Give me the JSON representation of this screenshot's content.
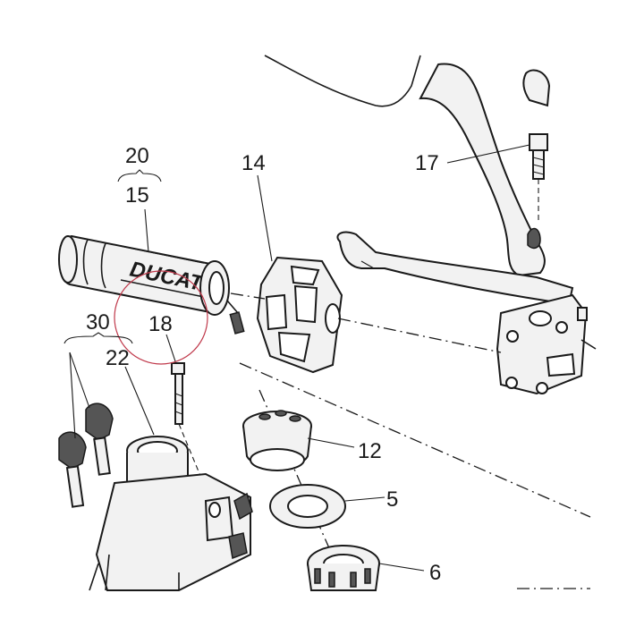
{
  "diagram": {
    "grip_brand": "DUCATI",
    "callouts": {
      "c20": "20",
      "c15": "15",
      "c14": "14",
      "c17": "17",
      "c18": "18",
      "c30": "30",
      "c22": "22",
      "c12": "12",
      "c5": "5",
      "c6": "6"
    },
    "colors": {
      "line": "#1a1a1a",
      "highlight_circle": "#c0394b",
      "part_fill": "#f2f2f2"
    }
  }
}
